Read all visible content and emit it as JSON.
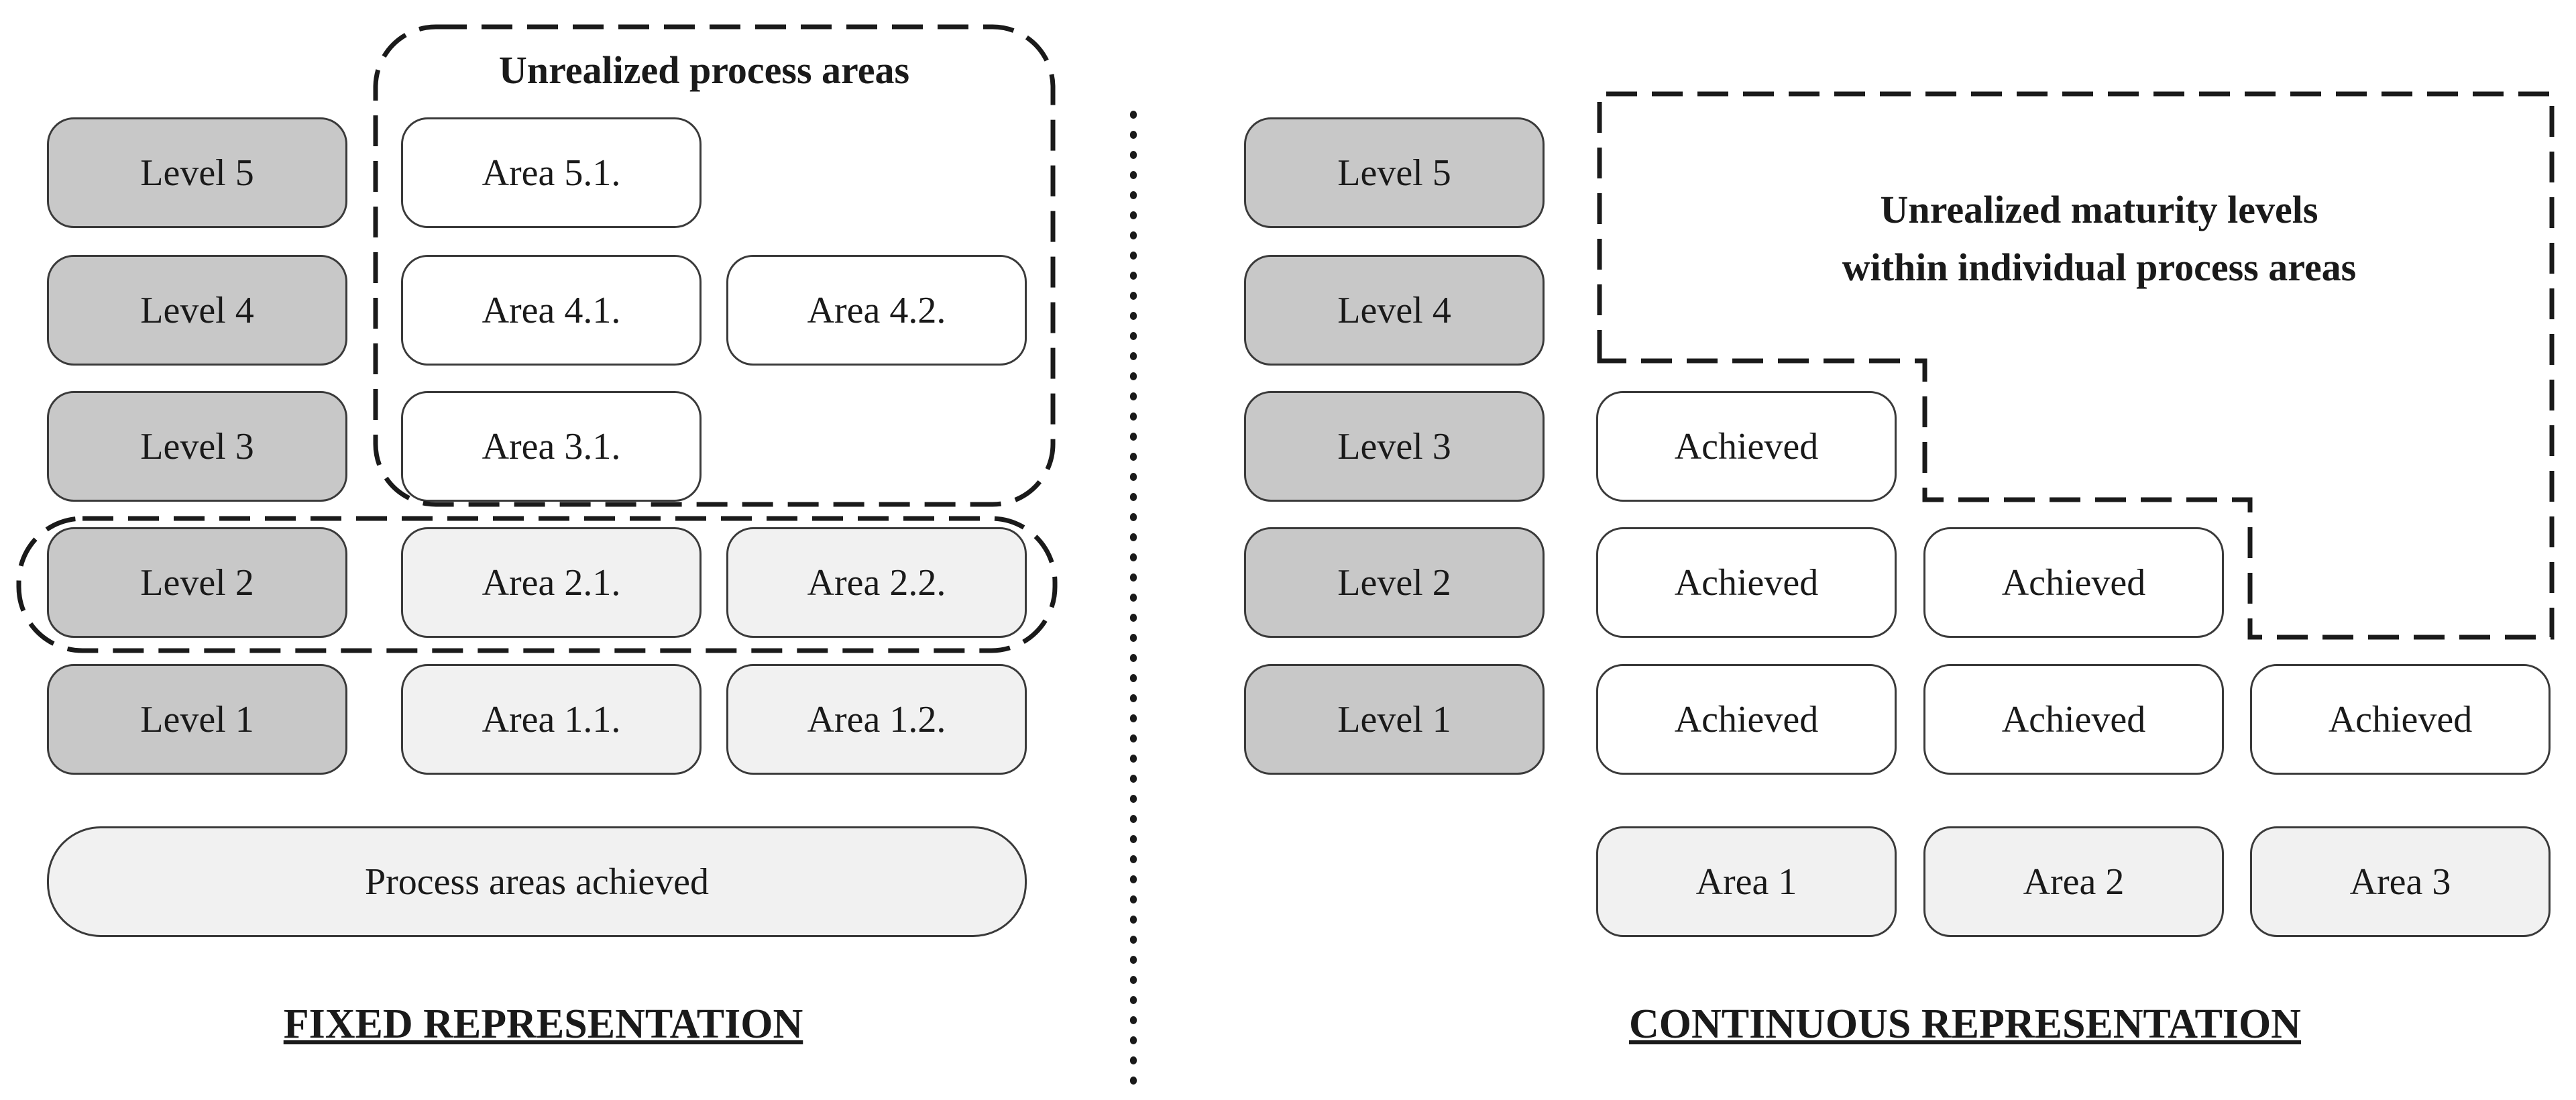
{
  "fixed": {
    "unrealized_label": "Unrealized process areas",
    "levels": [
      "Level 5",
      "Level 4",
      "Level 3",
      "Level 2",
      "Level 1"
    ],
    "areas": {
      "a51": "Area 5.1.",
      "a41": "Area 4.1.",
      "a42": "Area 4.2.",
      "a31": "Area 3.1.",
      "a21": "Area 2.1.",
      "a22": "Area 2.2.",
      "a11": "Area 1.1.",
      "a12": "Area 1.2."
    },
    "achieved_label": "Process areas achieved",
    "title": "FIXED REPRESENTATION"
  },
  "continuous": {
    "unrealized_label_line1": "Unrealized maturity levels",
    "unrealized_label_line2": "within individual process areas",
    "levels": [
      "Level 5",
      "Level 4",
      "Level 3",
      "Level 2",
      "Level 1"
    ],
    "achieved": "Achieved",
    "areas": [
      "Area 1",
      "Area 2",
      "Area 3"
    ],
    "title": "CONTINUOUS REPRESENTATION"
  }
}
